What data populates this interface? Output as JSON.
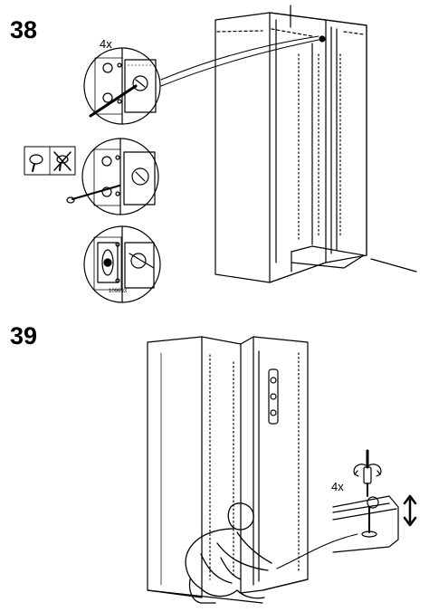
{
  "steps": [
    {
      "number": "38",
      "quantity": "4x",
      "part_number": "109693"
    },
    {
      "number": "39",
      "quantity": "4x"
    }
  ],
  "icons": {
    "step38": [
      "screw-ok-icon",
      "screw-not-allowed-icon",
      "drill-bit-icon"
    ],
    "step39": [
      "screwdriver-icon",
      "height-adjust-arrow-icon"
    ]
  }
}
